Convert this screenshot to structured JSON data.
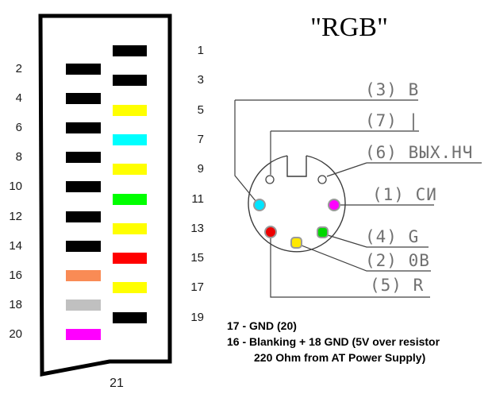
{
  "title": "\"RGB\"",
  "scart": {
    "pins_left": [
      {
        "number": "2",
        "color": "#000000"
      },
      {
        "number": "4",
        "color": "#000000"
      },
      {
        "number": "6",
        "color": "#000000"
      },
      {
        "number": "8",
        "color": "#000000"
      },
      {
        "number": "10",
        "color": "#000000"
      },
      {
        "number": "12",
        "color": "#000000"
      },
      {
        "number": "14",
        "color": "#000000"
      },
      {
        "number": "16",
        "color": "#f98b55"
      },
      {
        "number": "18",
        "color": "#c0c0c0"
      },
      {
        "number": "20",
        "color": "#ff00ff"
      }
    ],
    "pins_right": [
      {
        "number": "1",
        "color": "#000000"
      },
      {
        "number": "3",
        "color": "#000000"
      },
      {
        "number": "5",
        "color": "#ffff00"
      },
      {
        "number": "7",
        "color": "#00ffff"
      },
      {
        "number": "9",
        "color": "#ffff00"
      },
      {
        "number": "11",
        "color": "#00ff00"
      },
      {
        "number": "13",
        "color": "#ffff00"
      },
      {
        "number": "15",
        "color": "#ff0000"
      },
      {
        "number": "17",
        "color": "#ffff00"
      },
      {
        "number": "19",
        "color": "#000000"
      }
    ],
    "bottom_pin_number": "21"
  },
  "din": {
    "pins": [
      {
        "pin": "3",
        "label": "(3) B",
        "color": "#00e4ff"
      },
      {
        "pin": "7",
        "label": "(7) |",
        "color": "#ffffff"
      },
      {
        "pin": "6",
        "label": "(6) ВЫХ.НЧ",
        "color": "#ffffff"
      },
      {
        "pin": "1",
        "label": "(1) СИ",
        "color": "#ff00ff"
      },
      {
        "pin": "4",
        "label": "(4) G",
        "color": "#00d800"
      },
      {
        "pin": "2",
        "label": "(2) 0B",
        "color": "#ffe800"
      },
      {
        "pin": "5",
        "label": "(5) R",
        "color": "#ee0000"
      }
    ]
  },
  "notes": {
    "line1": "17 - GND (20)",
    "line2": "16 - Blanking + 18 GND (5V over resistor",
    "line3": "220 Ohm from AT Power Supply)"
  }
}
